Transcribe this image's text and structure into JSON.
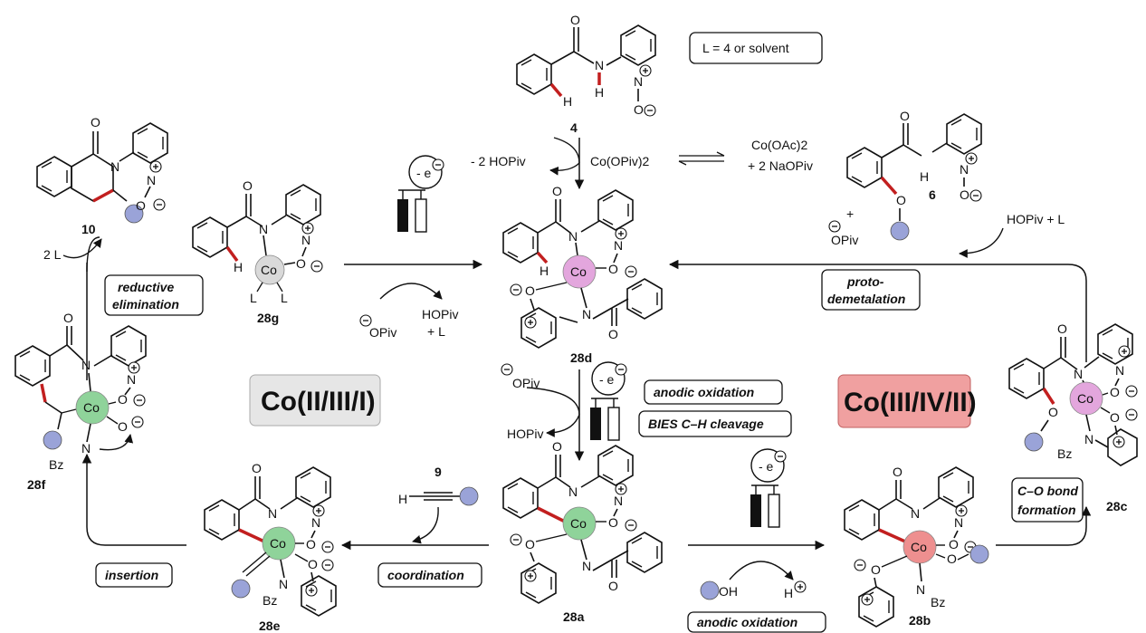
{
  "legend_box": "L = 4 or solvent",
  "cycles": {
    "left": {
      "label": "Co(II/III/I)",
      "fill": "#e6e6e6"
    },
    "right": {
      "label": "Co(III/IV/II)",
      "fill": "#f0a0a0"
    }
  },
  "compounds": {
    "c4": "4",
    "c6": "6",
    "c9": "9",
    "c10": "10",
    "c28a": "28a",
    "c28b": "28b",
    "c28c": "28c",
    "c28d": "28d",
    "c28e": "28e",
    "c28f": "28f",
    "c28g": "28g"
  },
  "reagents": {
    "minus_hopiv": "- 2 HOPiv",
    "co_opiv": "Co(OPiv)2",
    "co_oac": "Co(OAc)2",
    "naopiv": "+ 2 NaOPiv",
    "hopiv_l_right": "HOPiv + L",
    "two_l": "2 L",
    "opiv_28g": "OPiv",
    "hopiv_28g": "HOPiv",
    "plus_l": "+ L",
    "opiv_28d": "OPiv",
    "hopiv_28d": "HOPiv",
    "opiv_6": "OPiv",
    "oh": "OH",
    "h_plus": "H",
    "e_minus": "- e"
  },
  "steps": {
    "reductive_elimination": [
      "reductive",
      "elimination"
    ],
    "protodemetalation": [
      "proto-",
      "demetalation"
    ],
    "anodic_oxidation_top": "anodic oxidation",
    "bies": "BIES C–H cleavage",
    "co_bond": [
      "C–O bond",
      "formation"
    ],
    "insertion": "insertion",
    "coordination": "coordination",
    "anodic_oxidation_bottom": "anodic oxidation"
  },
  "atoms": {
    "co": "Co",
    "n": "N",
    "o": "O",
    "h": "H",
    "l": "L",
    "bz": "Bz"
  },
  "colors": {
    "co_gray": "#d9d9d9",
    "co_pink": "#e3a6dd",
    "co_green": "#8fd39a",
    "co_red": "#ee8f8f",
    "substituent": "#9aa3d8",
    "bond_red": "#c21f1f"
  }
}
